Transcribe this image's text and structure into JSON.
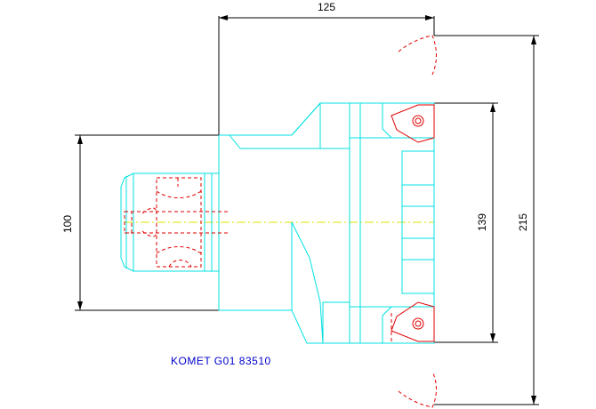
{
  "dimensions": {
    "overall_length": "125",
    "shank_diameter": "100",
    "cutting_diameter": "139",
    "max_diameter": "215"
  },
  "caption": "KOMET G01 83510",
  "colors": {
    "body": "#00e0e0",
    "insert": "#e00000",
    "dimension": "#000000",
    "centerline": "#e0e000",
    "caption": "#0000cc"
  }
}
